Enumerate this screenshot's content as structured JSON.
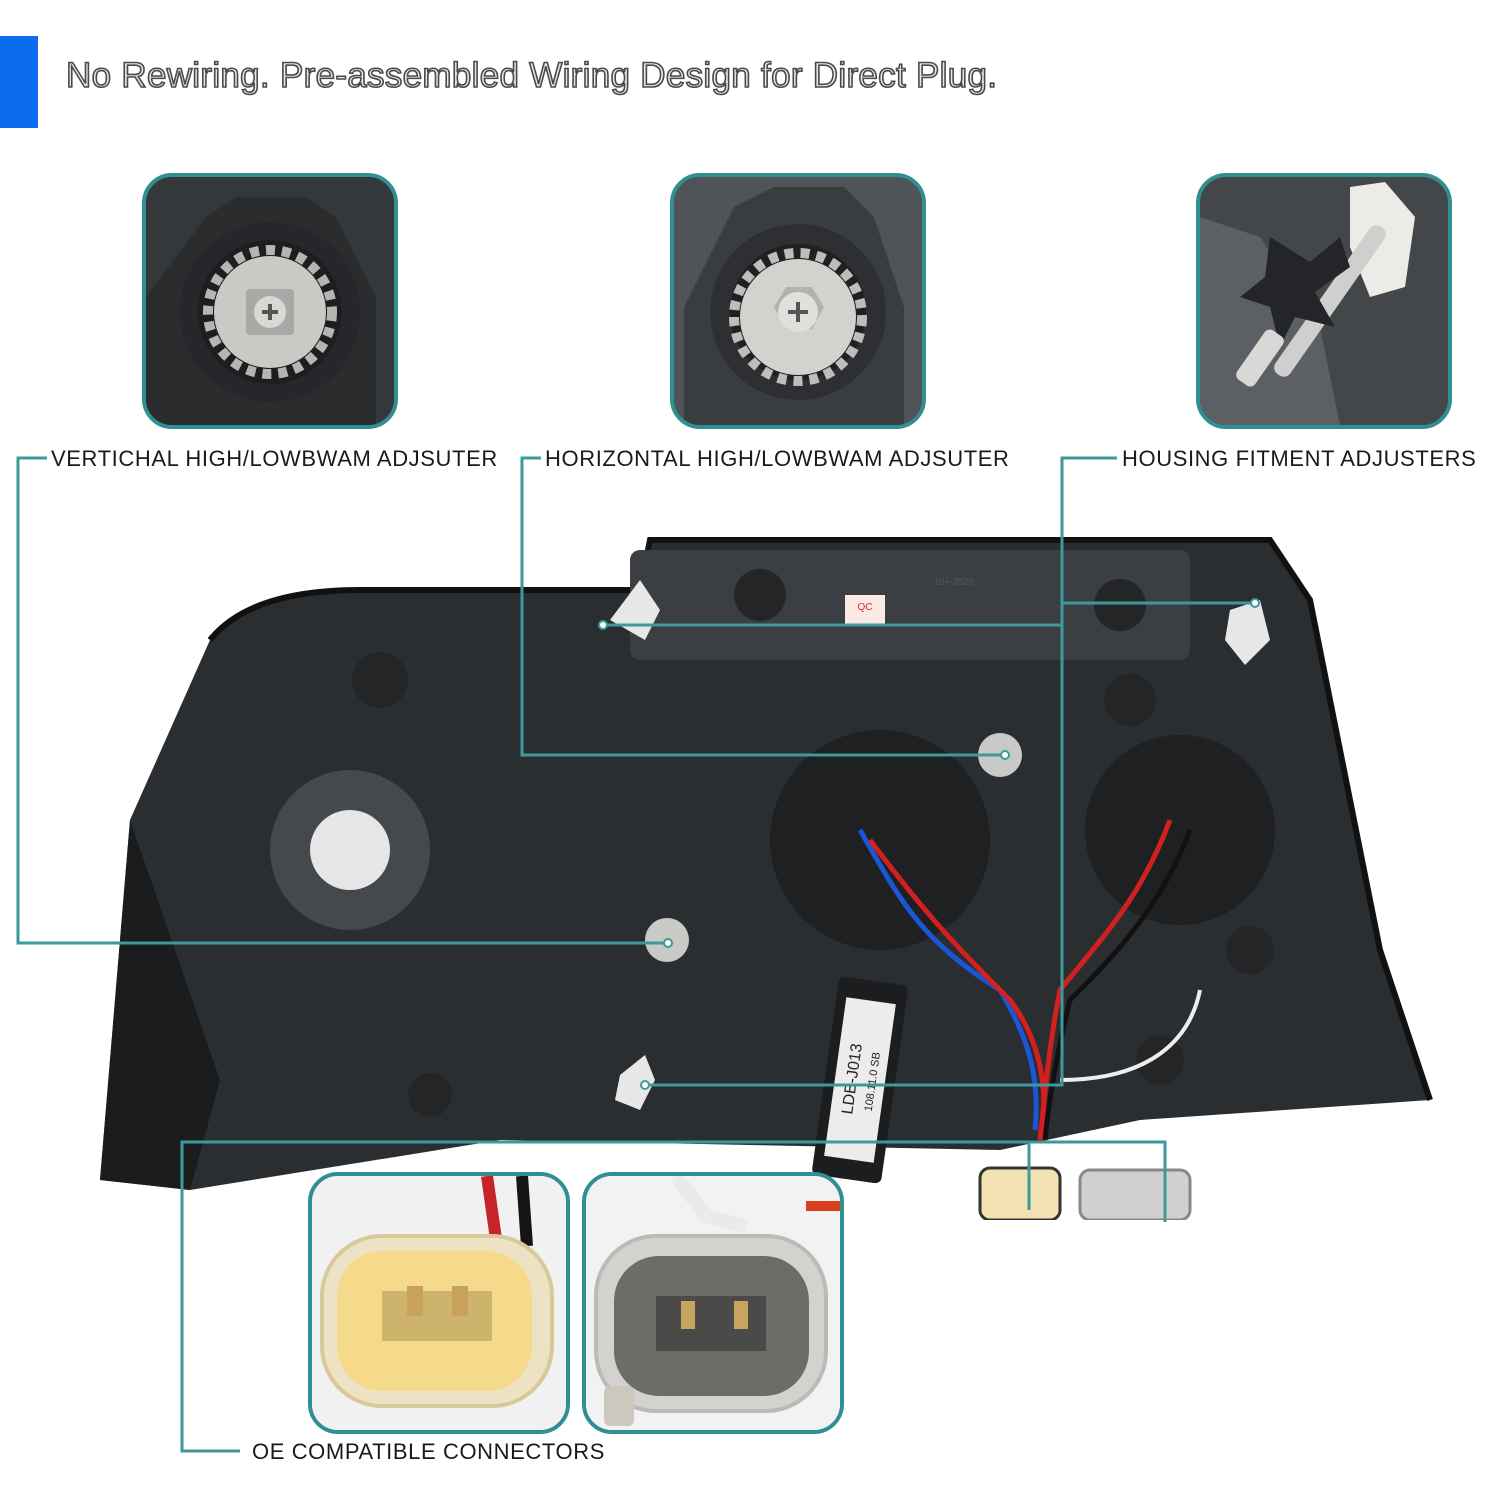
{
  "headline": "No Rewiring. Pre-assembled Wiring Design for Direct Plug.",
  "callouts": {
    "vertical": "VERTICHAL HIGH/LOWBWAM ADJSUTER",
    "horizontal": "HORIZONTAL HIGH/LOWBWAM ADJSUTER",
    "housing": "HOUSING FITMENT ADJUSTERS",
    "connectors": "OE COMPATIBLE CONNECTORS"
  },
  "photo_labels": {
    "qc_sticker": "QC",
    "housing_text": "BH-J629",
    "module_label": "LDB-J013",
    "module_sub": "108.11.0 SB"
  },
  "colors": {
    "accent_bar": "#0b6cf0",
    "thumb_border": "#2f8f91",
    "callout_line": "#3d9a9b"
  },
  "icons": [
    "adjuster-gear-icon",
    "housing-screw-icon",
    "connector-plug-icon"
  ]
}
